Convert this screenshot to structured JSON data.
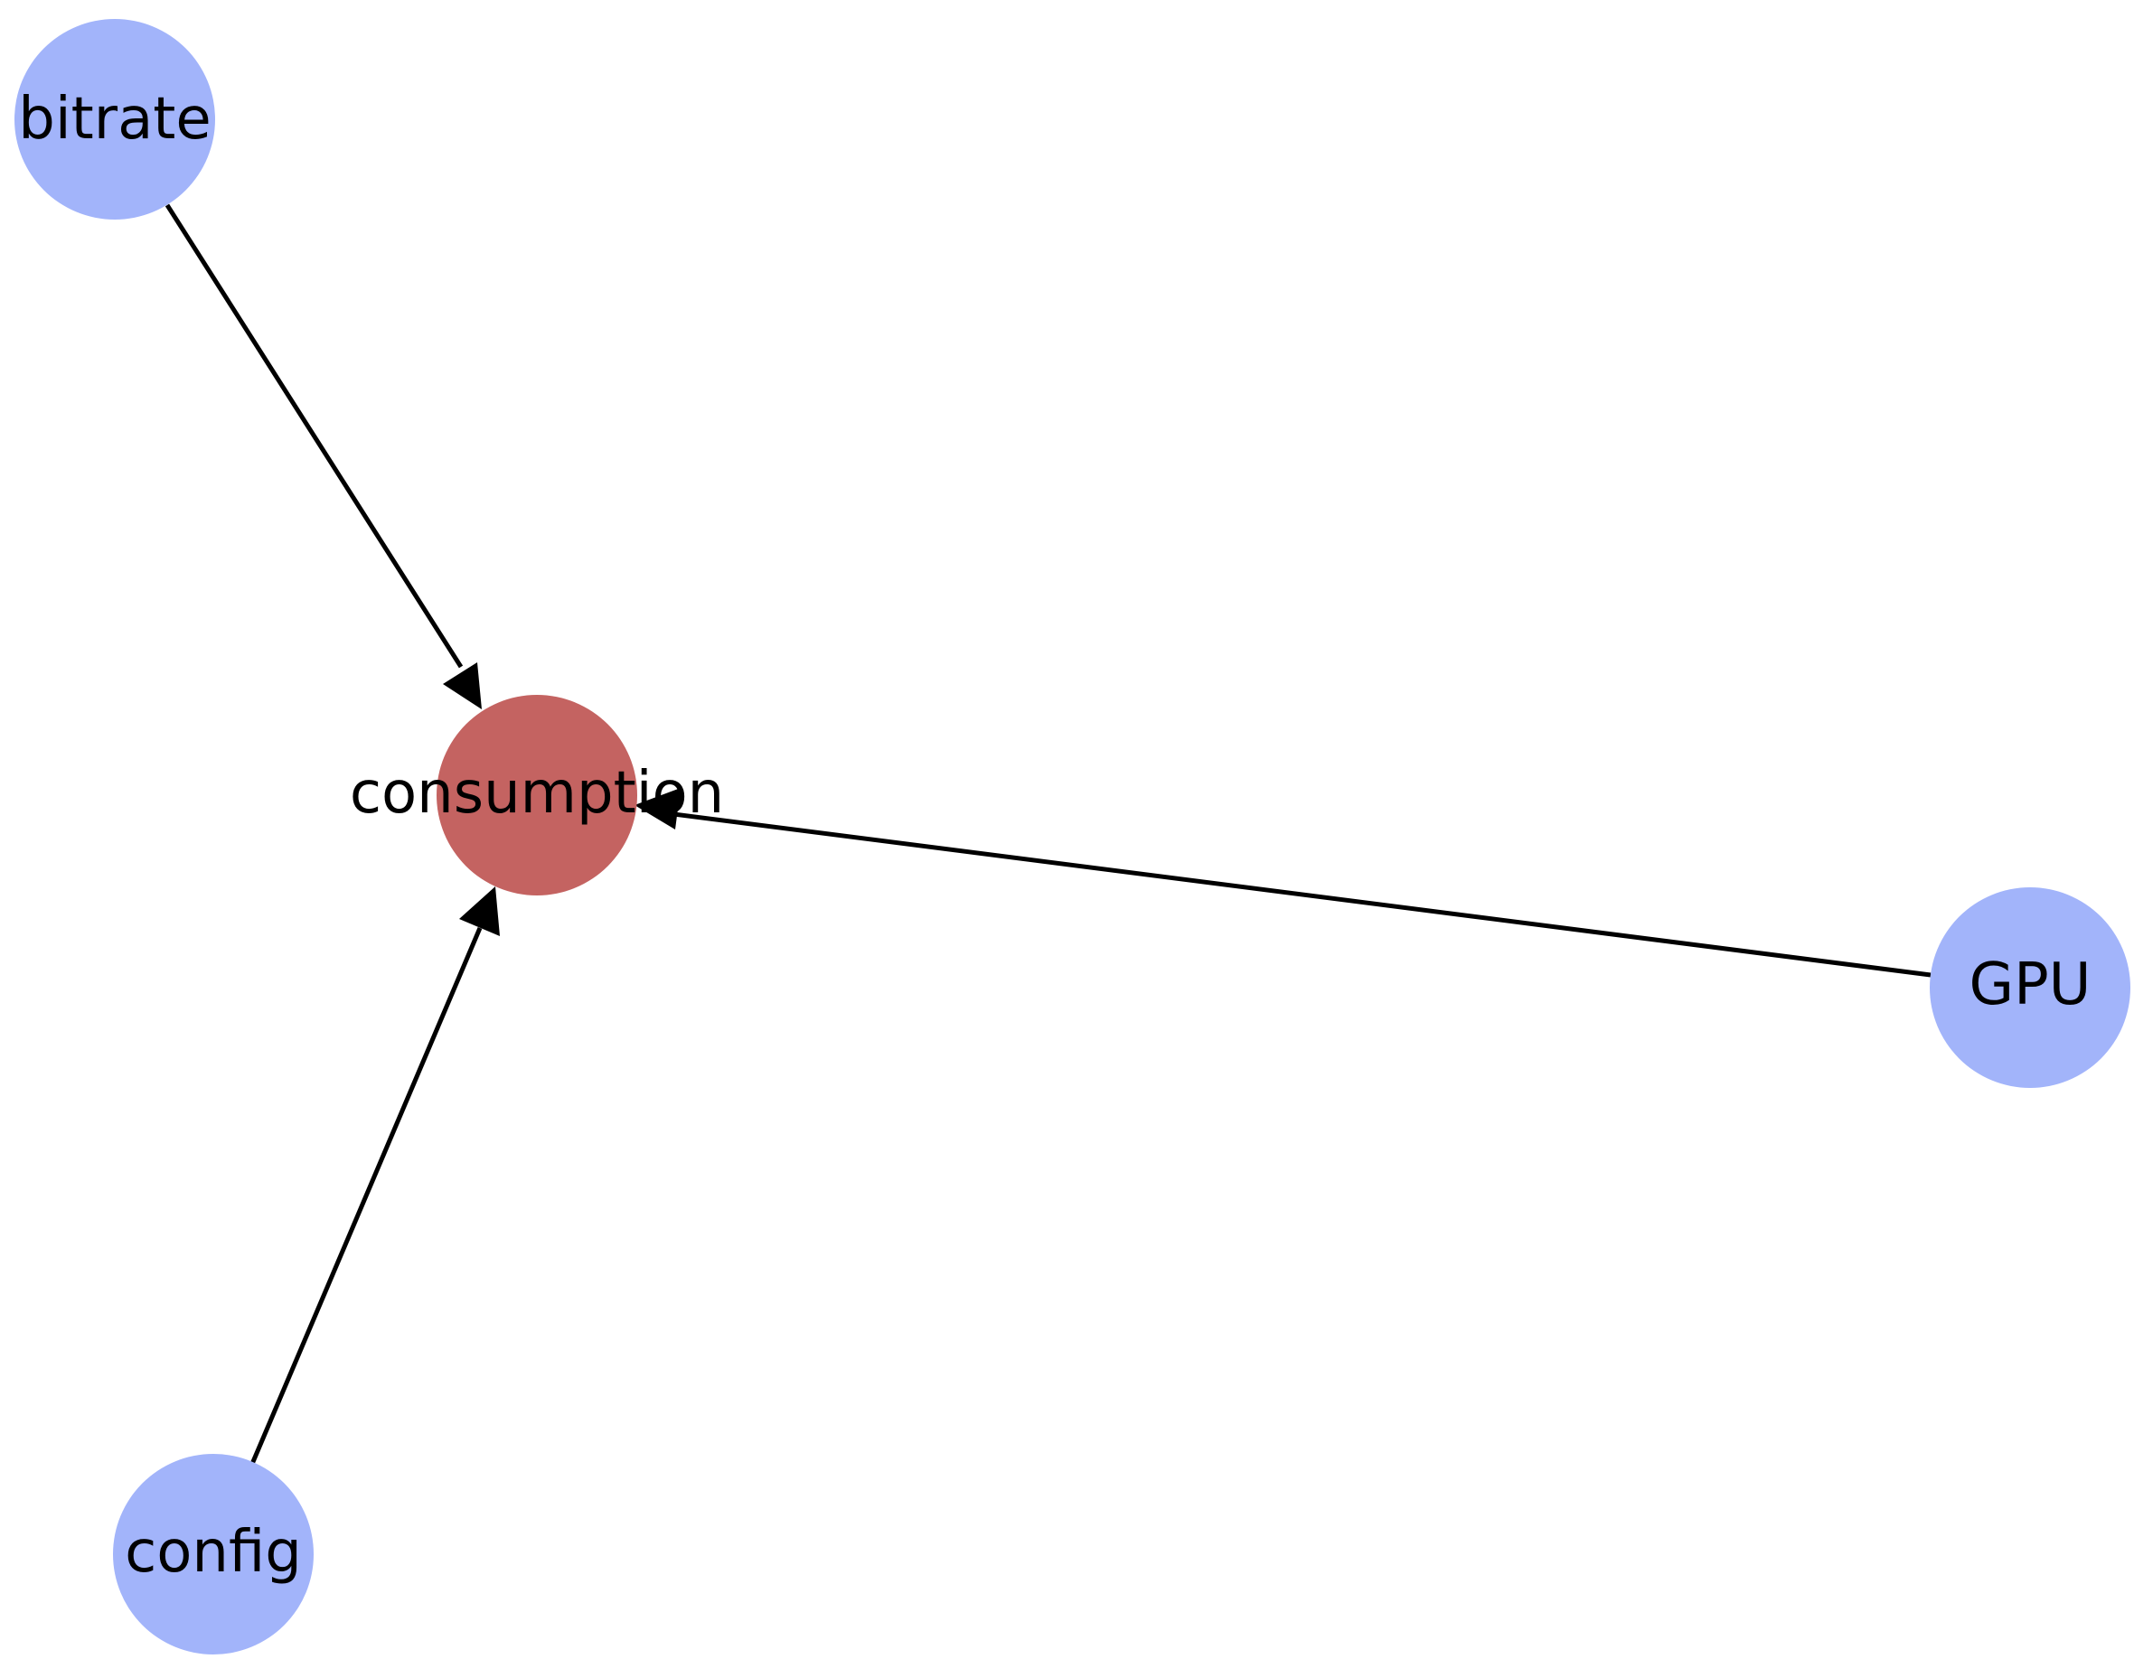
{
  "colors": {
    "source_node": "#a2b4fa",
    "target_node": "#c46361",
    "edge": "#000000",
    "label": "#000000"
  },
  "nodes": [
    {
      "id": "bitrate",
      "label": "bitrate",
      "role": "source"
    },
    {
      "id": "consumption",
      "label": "consumption",
      "role": "target"
    },
    {
      "id": "GPU",
      "label": "GPU",
      "role": "source"
    },
    {
      "id": "config",
      "label": "config",
      "role": "source"
    }
  ],
  "edges": [
    {
      "from": "bitrate",
      "to": "consumption"
    },
    {
      "from": "GPU",
      "to": "consumption"
    },
    {
      "from": "config",
      "to": "consumption"
    }
  ]
}
